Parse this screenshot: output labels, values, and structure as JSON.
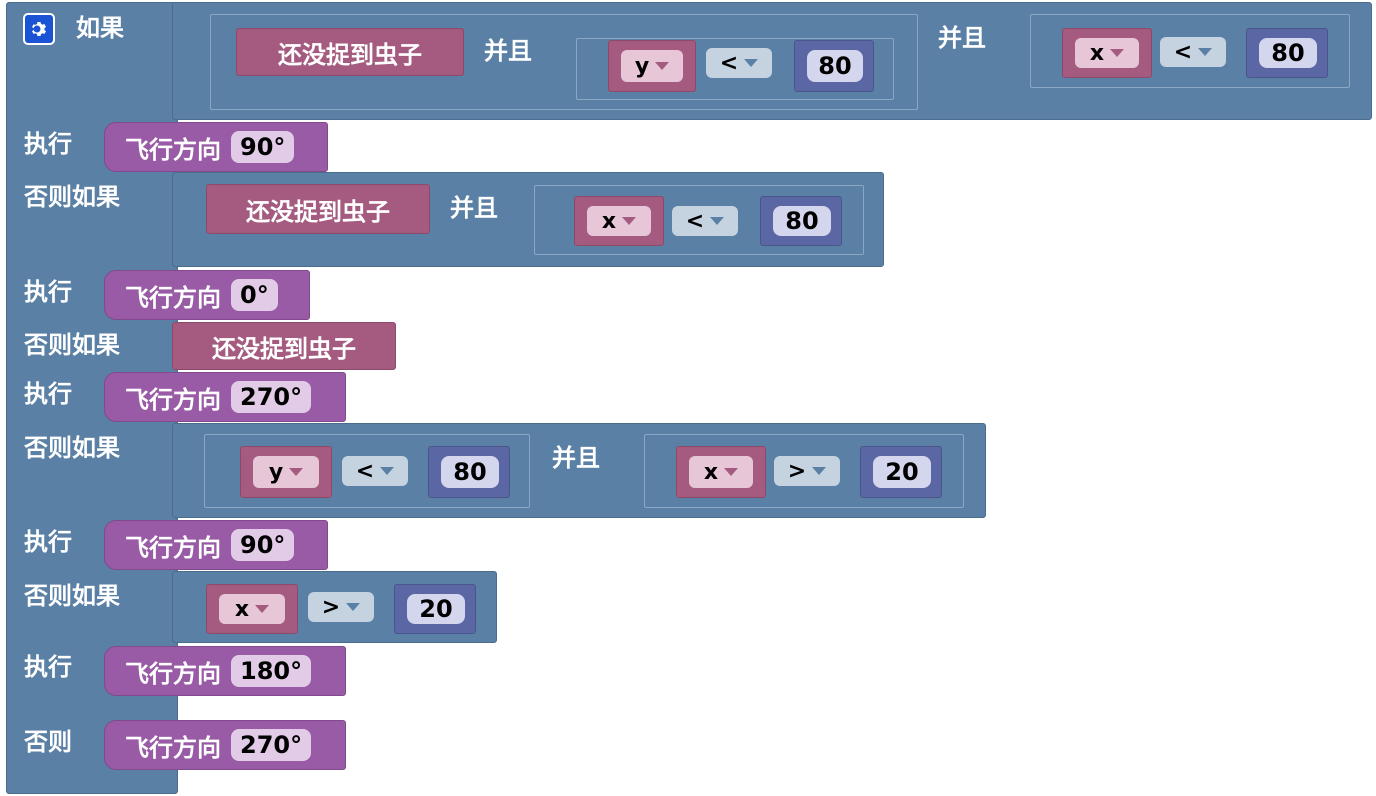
{
  "keywords": {
    "if": "如果",
    "do": "执行",
    "else_if": "否则如果",
    "else": "否则",
    "and": "并且"
  },
  "event_label": "还没捉到虫子",
  "fly_label": "飞行方向",
  "vars": {
    "x": "x",
    "y": "y"
  },
  "ops": {
    "lt": "<",
    "gt": ">"
  },
  "nums": {
    "n80": "80",
    "n20": "20"
  },
  "angles": {
    "a90": "90°",
    "a0": "0°",
    "a270": "270°",
    "a180": "180°"
  },
  "icons": {
    "mutator": "gear-icon"
  },
  "colors": {
    "logic": "#5b80a5",
    "variable": "#a55b80",
    "number": "#5b67a5",
    "motion": "#995ba5",
    "mutator_button": "#1a53d4"
  }
}
